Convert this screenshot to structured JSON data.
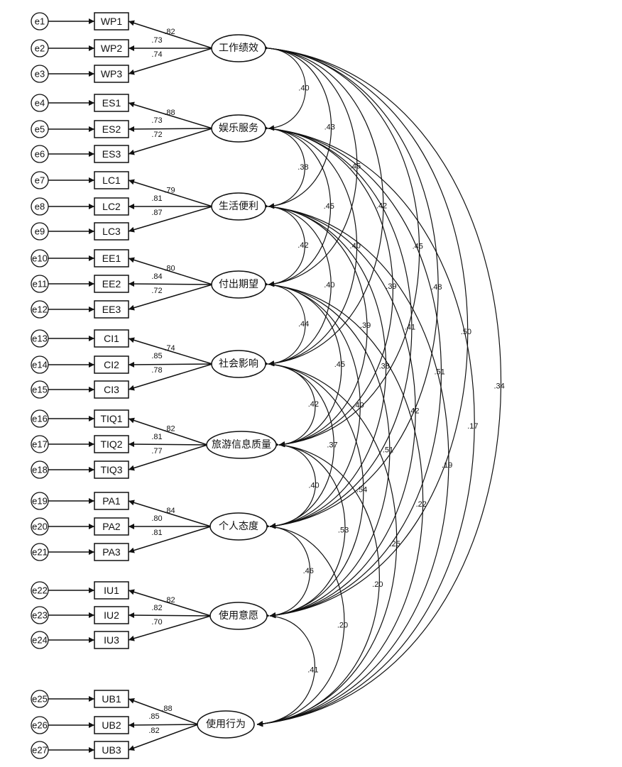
{
  "constructs": [
    {
      "label": "工作绩效",
      "items": [
        {
          "error": "e1",
          "name": "WP1",
          "loading": ".82"
        },
        {
          "error": "e2",
          "name": "WP2",
          "loading": ".73"
        },
        {
          "error": "e3",
          "name": "WP3",
          "loading": ".74"
        }
      ]
    },
    {
      "label": "娱乐服务",
      "items": [
        {
          "error": "e4",
          "name": "ES1",
          "loading": ".88"
        },
        {
          "error": "e5",
          "name": "ES2",
          "loading": ".73"
        },
        {
          "error": "e6",
          "name": "ES3",
          "loading": ".72"
        }
      ]
    },
    {
      "label": "生活便利",
      "items": [
        {
          "error": "e7",
          "name": "LC1",
          "loading": ".79"
        },
        {
          "error": "e8",
          "name": "LC2",
          "loading": ".81"
        },
        {
          "error": "e9",
          "name": "LC3",
          "loading": ".87"
        }
      ]
    },
    {
      "label": "付出期望",
      "items": [
        {
          "error": "e10",
          "name": "EE1",
          "loading": ".80"
        },
        {
          "error": "e11",
          "name": "EE2",
          "loading": ".84"
        },
        {
          "error": "e12",
          "name": "EE3",
          "loading": ".72"
        }
      ]
    },
    {
      "label": "社会影响",
      "items": [
        {
          "error": "e13",
          "name": "CI1",
          "loading": ".74"
        },
        {
          "error": "e14",
          "name": "CI2",
          "loading": ".85"
        },
        {
          "error": "e15",
          "name": "CI3",
          "loading": ".78"
        }
      ]
    },
    {
      "label": "旅游信息质量",
      "items": [
        {
          "error": "e16",
          "name": "TIQ1",
          "loading": ".82"
        },
        {
          "error": "e17",
          "name": "TIQ2",
          "loading": ".81"
        },
        {
          "error": "e18",
          "name": "TIQ3",
          "loading": ".77"
        }
      ]
    },
    {
      "label": "个人态度",
      "items": [
        {
          "error": "e19",
          "name": "PA1",
          "loading": ".84"
        },
        {
          "error": "e20",
          "name": "PA2",
          "loading": ".80"
        },
        {
          "error": "e21",
          "name": "PA3",
          "loading": ".81"
        }
      ]
    },
    {
      "label": "使用意愿",
      "items": [
        {
          "error": "e22",
          "name": "IU1",
          "loading": ".82"
        },
        {
          "error": "e23",
          "name": "IU2",
          "loading": ".82"
        },
        {
          "error": "e24",
          "name": "IU3",
          "loading": ".70"
        }
      ]
    },
    {
      "label": "使用行为",
      "items": [
        {
          "error": "e25",
          "name": "UB1",
          "loading": ".88"
        },
        {
          "error": "e26",
          "name": "UB2",
          "loading": ".85"
        },
        {
          "error": "e27",
          "name": "UB3",
          "loading": ".82"
        }
      ]
    }
  ],
  "correlations": [
    {
      "from": 0,
      "to": 1,
      "value": ".40"
    },
    {
      "from": 0,
      "to": 2,
      "value": ".43"
    },
    {
      "from": 0,
      "to": 3,
      "value": ".45"
    },
    {
      "from": 0,
      "to": 4,
      "value": ".42"
    },
    {
      "from": 0,
      "to": 5,
      "value": ".45"
    },
    {
      "from": 0,
      "to": 6,
      "value": ".48"
    },
    {
      "from": 0,
      "to": 7,
      "value": ".50"
    },
    {
      "from": 0,
      "to": 8,
      "value": ".34"
    },
    {
      "from": 1,
      "to": 2,
      "value": ".38"
    },
    {
      "from": 1,
      "to": 3,
      "value": ".45"
    },
    {
      "from": 1,
      "to": 4,
      "value": ".40"
    },
    {
      "from": 1,
      "to": 5,
      "value": ".39"
    },
    {
      "from": 1,
      "to": 6,
      "value": ".41"
    },
    {
      "from": 1,
      "to": 7,
      "value": ".51"
    },
    {
      "from": 1,
      "to": 8,
      "value": ".17"
    },
    {
      "from": 2,
      "to": 3,
      "value": ".42"
    },
    {
      "from": 2,
      "to": 4,
      "value": ".40"
    },
    {
      "from": 2,
      "to": 5,
      "value": ".39"
    },
    {
      "from": 2,
      "to": 6,
      "value": ".38"
    },
    {
      "from": 2,
      "to": 7,
      "value": ".42"
    },
    {
      "from": 2,
      "to": 8,
      "value": ".19"
    },
    {
      "from": 3,
      "to": 4,
      "value": ".44"
    },
    {
      "from": 3,
      "to": 5,
      "value": ".45"
    },
    {
      "from": 3,
      "to": 6,
      "value": ".40"
    },
    {
      "from": 3,
      "to": 7,
      "value": ".51"
    },
    {
      "from": 3,
      "to": 8,
      "value": ".22"
    },
    {
      "from": 4,
      "to": 5,
      "value": ".42"
    },
    {
      "from": 4,
      "to": 6,
      "value": ".37"
    },
    {
      "from": 4,
      "to": 7,
      "value": ".54"
    },
    {
      "from": 4,
      "to": 8,
      "value": ".25"
    },
    {
      "from": 5,
      "to": 6,
      "value": ".40"
    },
    {
      "from": 5,
      "to": 7,
      "value": ".53"
    },
    {
      "from": 5,
      "to": 8,
      "value": ".20"
    },
    {
      "from": 6,
      "to": 7,
      "value": ".46"
    },
    {
      "from": 6,
      "to": 8,
      "value": ".20"
    },
    {
      "from": 7,
      "to": 8,
      "value": ".41"
    }
  ]
}
